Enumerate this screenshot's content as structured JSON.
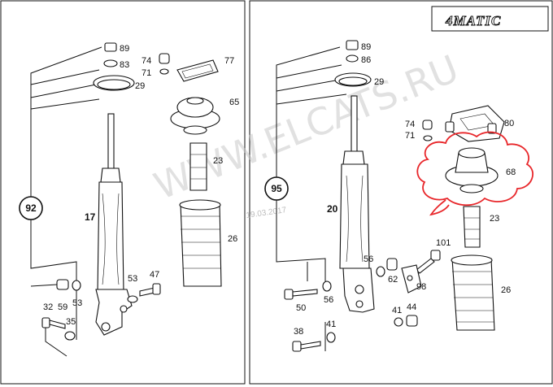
{
  "badge": {
    "text": "4MATIC"
  },
  "watermark": {
    "text": "WWW.ELCATS.RU",
    "date": "19.03.2017"
  },
  "colors": {
    "line": "#111111",
    "watermark": "#c9c9c9",
    "highlight": "#e8262a"
  },
  "left_panel": {
    "callout": "92",
    "labels": {
      "p89": "89",
      "p83": "83",
      "p29": "29",
      "p74": "74",
      "p71": "71",
      "p77": "77",
      "p65": "65",
      "p23": "23",
      "p26": "26",
      "p17": "17",
      "p53a": "53",
      "p47": "47",
      "p53b": "53",
      "p32": "32",
      "p59": "59",
      "p35": "35"
    }
  },
  "right_panel": {
    "callout": "95",
    "labels": {
      "p89": "89",
      "p86": "86",
      "p29": "29",
      "p74": "74",
      "p71": "71",
      "p80": "80",
      "p68": "68",
      "p23": "23",
      "p20": "20",
      "p26": "26",
      "p101": "101",
      "p56a": "56",
      "p62": "62",
      "p98": "98",
      "p50": "50",
      "p56b": "56",
      "p41a": "41",
      "p44": "44",
      "p38": "38",
      "p41b": "41"
    }
  }
}
